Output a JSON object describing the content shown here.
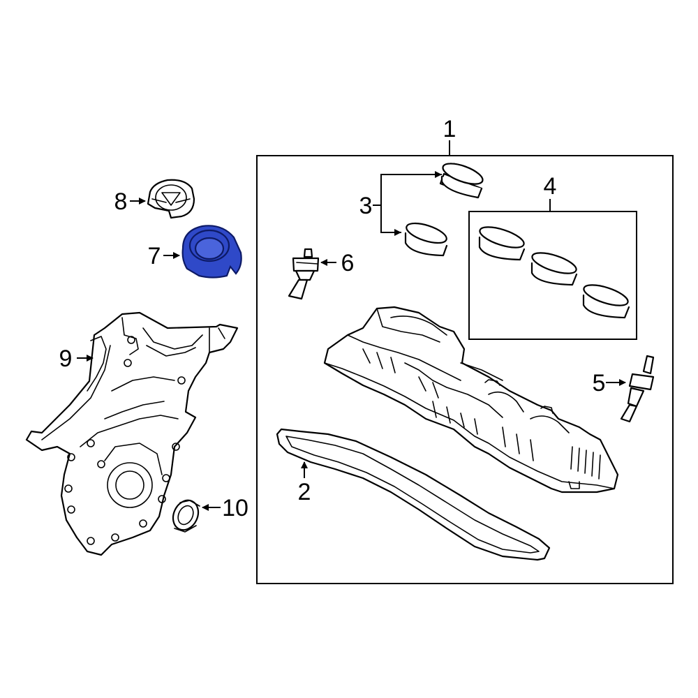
{
  "colors": {
    "highlight_fill": "#2f49c8",
    "highlight_stroke": "#0d1a66",
    "line": "#000000",
    "background": "#ffffff"
  },
  "callouts": {
    "c1": "1",
    "c2": "2",
    "c3": "3",
    "c4": "4",
    "c5": "5",
    "c6": "6",
    "c7": "7",
    "c8": "8",
    "c9": "9",
    "c10": "10"
  },
  "highlighted_part": "7"
}
